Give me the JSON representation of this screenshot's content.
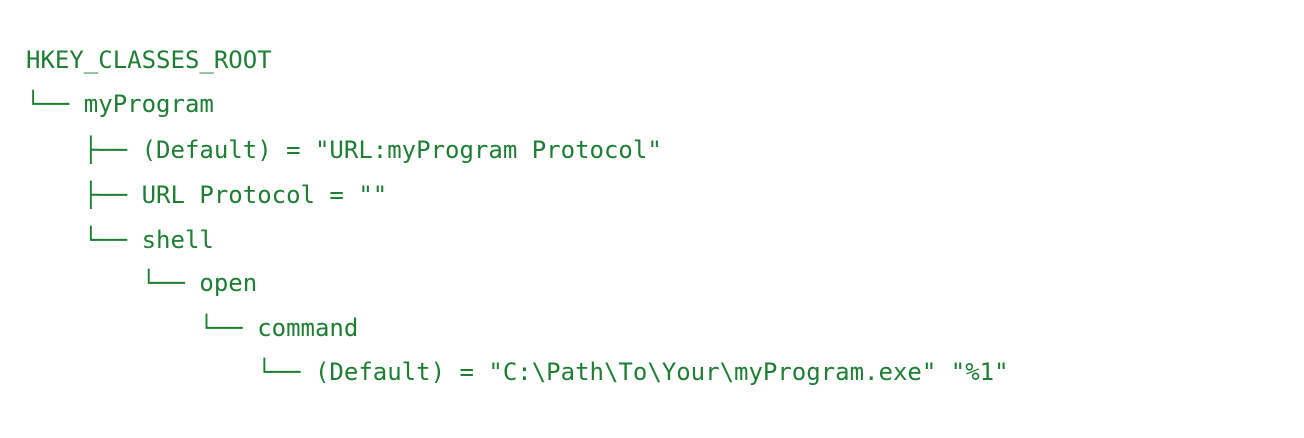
{
  "registry_tree": {
    "lines": [
      {
        "indent": "",
        "branch": "",
        "text": "HKEY_CLASSES_ROOT"
      },
      {
        "indent": "",
        "branch": "└── ",
        "text": "myProgram"
      },
      {
        "indent": "    ",
        "branch": "├── ",
        "text": "(Default) = \"URL:myProgram Protocol\""
      },
      {
        "indent": "    ",
        "branch": "├── ",
        "text": "URL Protocol = \"\""
      },
      {
        "indent": "    ",
        "branch": "└── ",
        "text": "shell"
      },
      {
        "indent": "        ",
        "branch": "└── ",
        "text": "open"
      },
      {
        "indent": "            ",
        "branch": "└── ",
        "text": "command"
      },
      {
        "indent": "                ",
        "branch": "└── ",
        "text": "(Default) = \"C:\\Path\\To\\Your\\myProgram.exe\" \"%1\""
      }
    ]
  },
  "colors": {
    "text": "#1e7e34",
    "background": "#ffffff"
  }
}
